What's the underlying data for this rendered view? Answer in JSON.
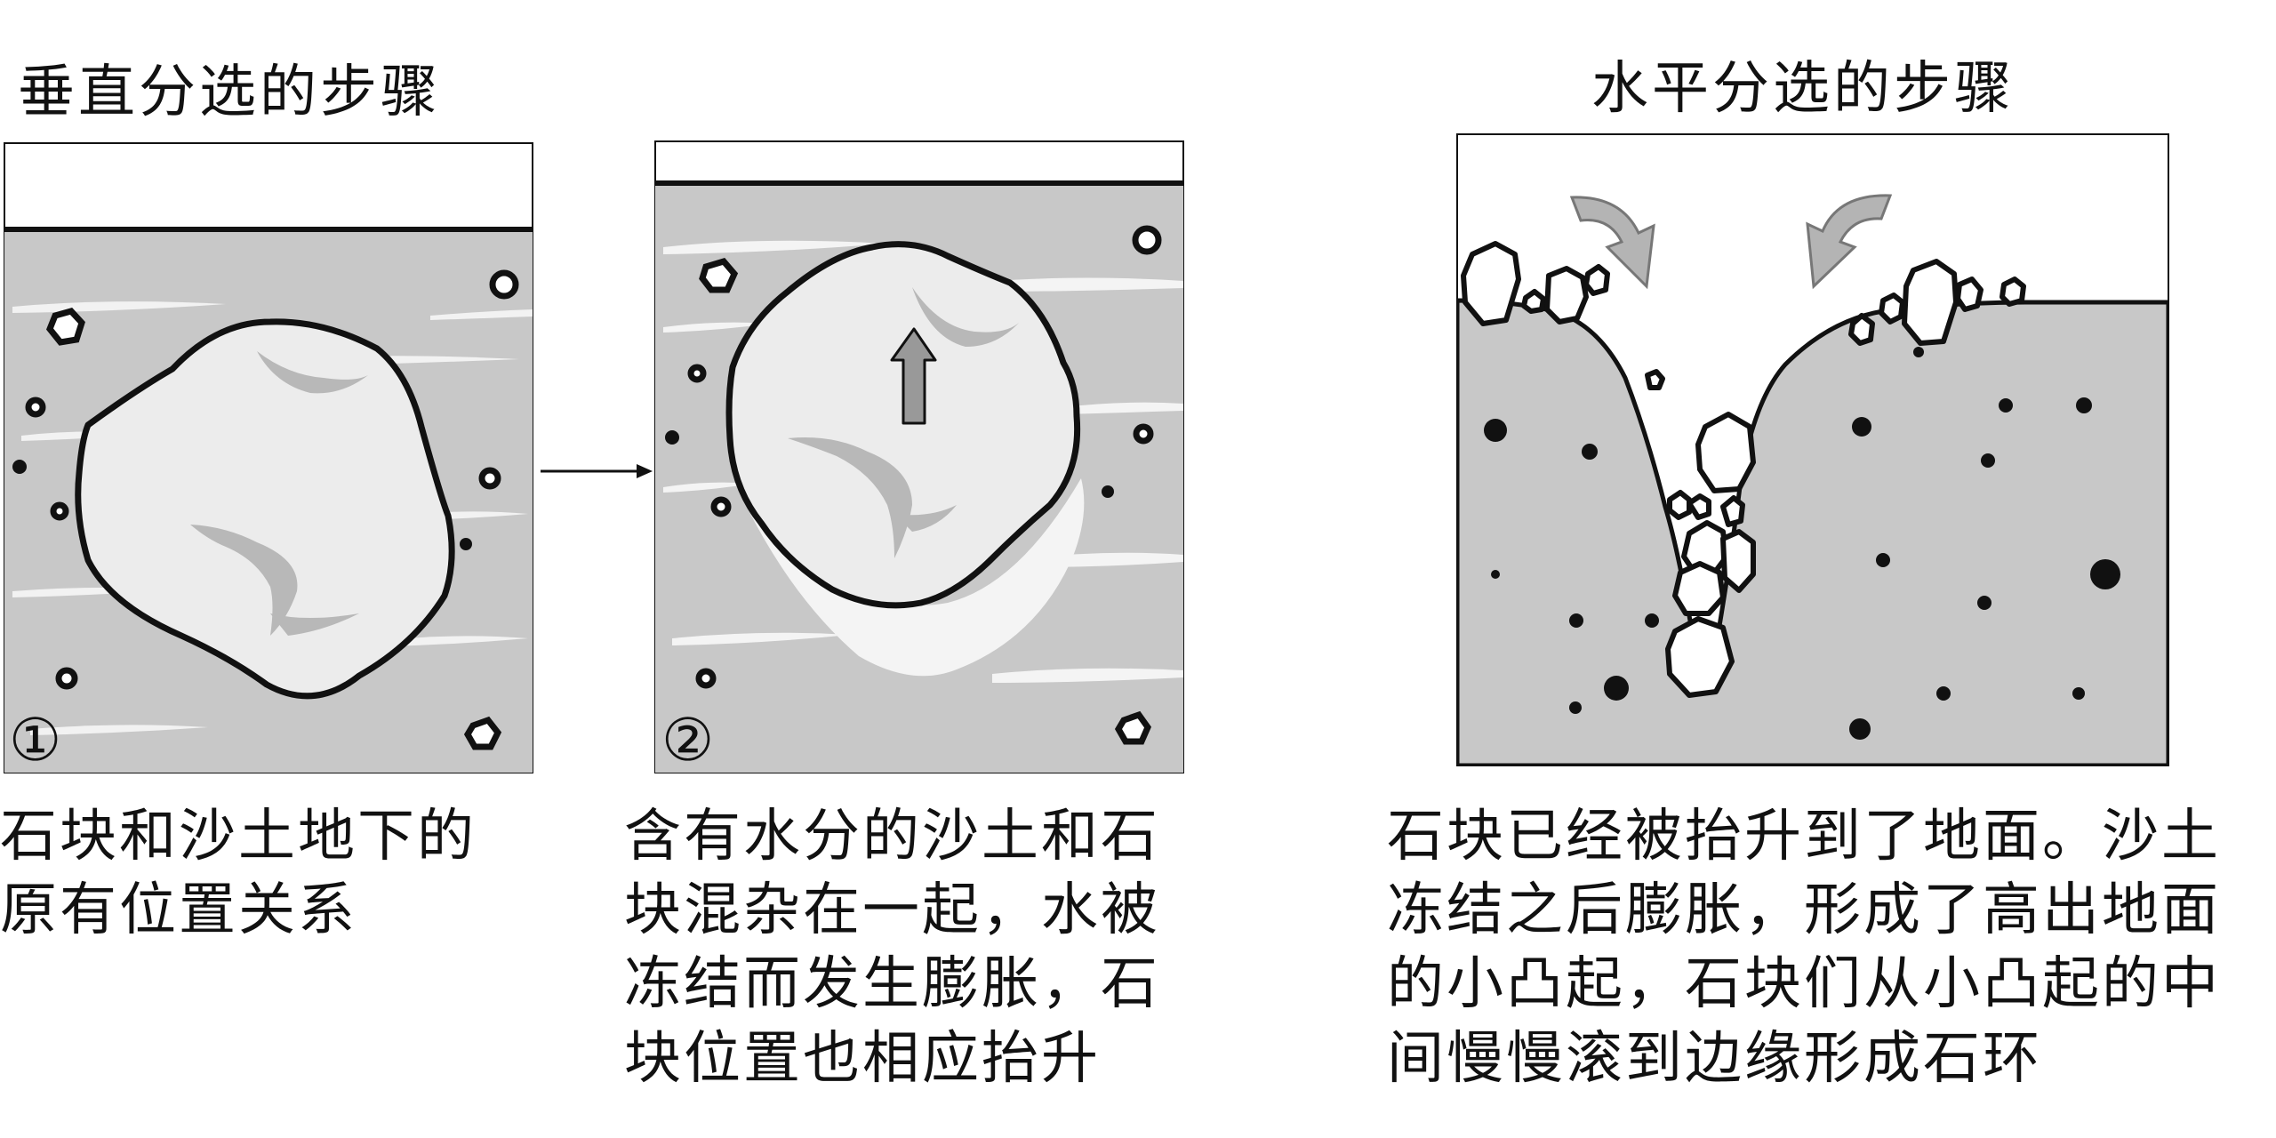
{
  "vertical": {
    "title": "垂直分选的步骤",
    "step1": {
      "number": "①",
      "caption": [
        "石块和沙土地下的",
        "原有位置关系"
      ]
    },
    "step2": {
      "number": "②",
      "caption": [
        "含有水分的沙土和石",
        "块混杂在一起，水被",
        "冻结而发生膨胀，石",
        "块位置也相应抬升"
      ]
    }
  },
  "horizontal": {
    "title": "水平分选的步骤",
    "caption": [
      "石块已经被抬升到了地面。沙土",
      "冻结之后膨胀，形成了高出地面",
      "的小凸起，石块们从小凸起的中",
      "间慢慢滚到边缘形成石环"
    ]
  },
  "colors": {
    "soil": "#c8c8c8",
    "stone": "#ececec",
    "stone_mark": "#b4b4b4",
    "water": "#f4f4f4",
    "outline": "#111111"
  }
}
